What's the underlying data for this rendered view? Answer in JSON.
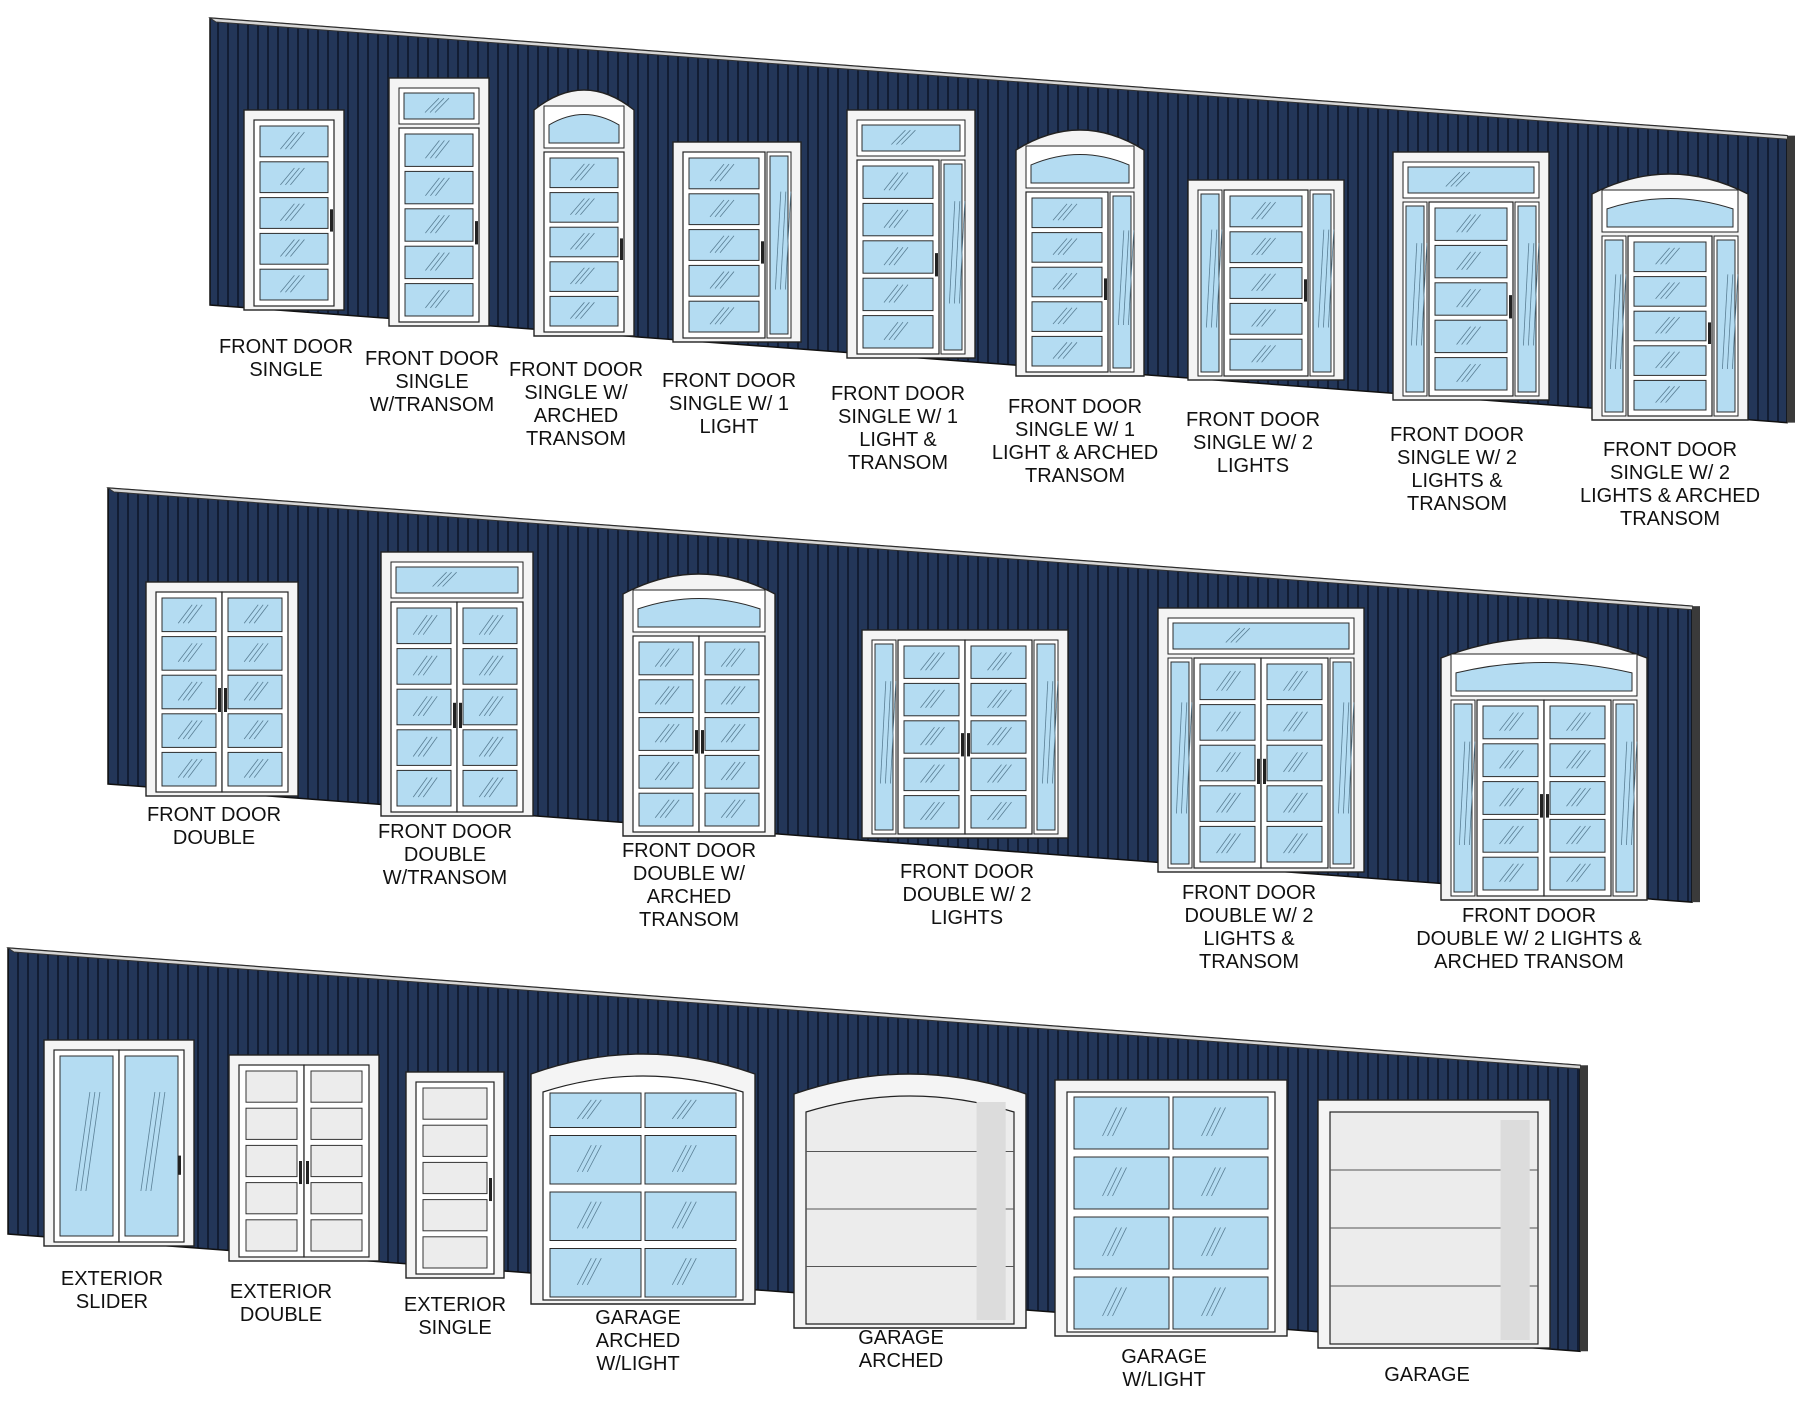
{
  "colors": {
    "wall": "#233658",
    "wall_rib": "#121d33",
    "wall_cap": "#d6d6d6",
    "trim": "#f4f4f4",
    "frame": "#ffffff",
    "glass": "#b4dcf2",
    "glass_edge": "#2c2c2c",
    "panel": "#ececec",
    "label": "#111111"
  },
  "rows": [
    {
      "name": "front-door-single-row",
      "doors": [
        {
          "kind": "single",
          "label": "FRONT DOOR\nSINGLE"
        },
        {
          "kind": "single-transom",
          "label": "FRONT DOOR\nSINGLE\nW/TRANSOM"
        },
        {
          "kind": "single-arched",
          "label": "FRONT DOOR\nSINGLE W/\nARCHED\nTRANSOM"
        },
        {
          "kind": "single-1light",
          "label": "FRONT DOOR\nSINGLE W/ 1\nLIGHT"
        },
        {
          "kind": "single-1light-transom",
          "label": "FRONT DOOR\nSINGLE W/ 1\nLIGHT &\nTRANSOM"
        },
        {
          "kind": "single-1light-arched",
          "label": "FRONT DOOR\nSINGLE W/ 1\nLIGHT & ARCHED\nTRANSOM"
        },
        {
          "kind": "single-2lights",
          "label": "FRONT DOOR\nSINGLE W/ 2\nLIGHTS"
        },
        {
          "kind": "single-2lights-transom",
          "label": "FRONT DOOR\nSINGLE W/ 2\nLIGHTS &\nTRANSOM"
        },
        {
          "kind": "single-2lights-arched",
          "label": "FRONT DOOR\nSINGLE W/ 2\nLIGHTS & ARCHED\nTRANSOM"
        }
      ]
    },
    {
      "name": "front-door-double-row",
      "doors": [
        {
          "kind": "double",
          "label": "FRONT DOOR\nDOUBLE"
        },
        {
          "kind": "double-transom",
          "label": "FRONT DOOR\nDOUBLE\nW/TRANSOM"
        },
        {
          "kind": "double-arched",
          "label": "FRONT DOOR\nDOUBLE W/\nARCHED\nTRANSOM"
        },
        {
          "kind": "double-2lights",
          "label": "FRONT DOOR\nDOUBLE W/ 2\nLIGHTS"
        },
        {
          "kind": "double-2lights-transom",
          "label": "FRONT DOOR\nDOUBLE W/ 2\nLIGHTS &\nTRANSOM"
        },
        {
          "kind": "double-2lights-arched",
          "label": "FRONT DOOR\nDOUBLE W/ 2 LIGHTS &\nARCHED TRANSOM"
        }
      ]
    },
    {
      "name": "exterior-garage-row",
      "doors": [
        {
          "kind": "slider",
          "label": "EXTERIOR\nSLIDER"
        },
        {
          "kind": "ext-double",
          "label": "EXTERIOR\nDOUBLE"
        },
        {
          "kind": "ext-single",
          "label": "EXTERIOR\nSINGLE"
        },
        {
          "kind": "garage-arched-light",
          "label": "GARAGE\nARCHED\nW/LIGHT"
        },
        {
          "kind": "garage-arched",
          "label": "GARAGE\nARCHED"
        },
        {
          "kind": "garage-light",
          "label": "GARAGE\nW/LIGHT"
        },
        {
          "kind": "garage",
          "label": "GARAGE"
        }
      ]
    }
  ]
}
